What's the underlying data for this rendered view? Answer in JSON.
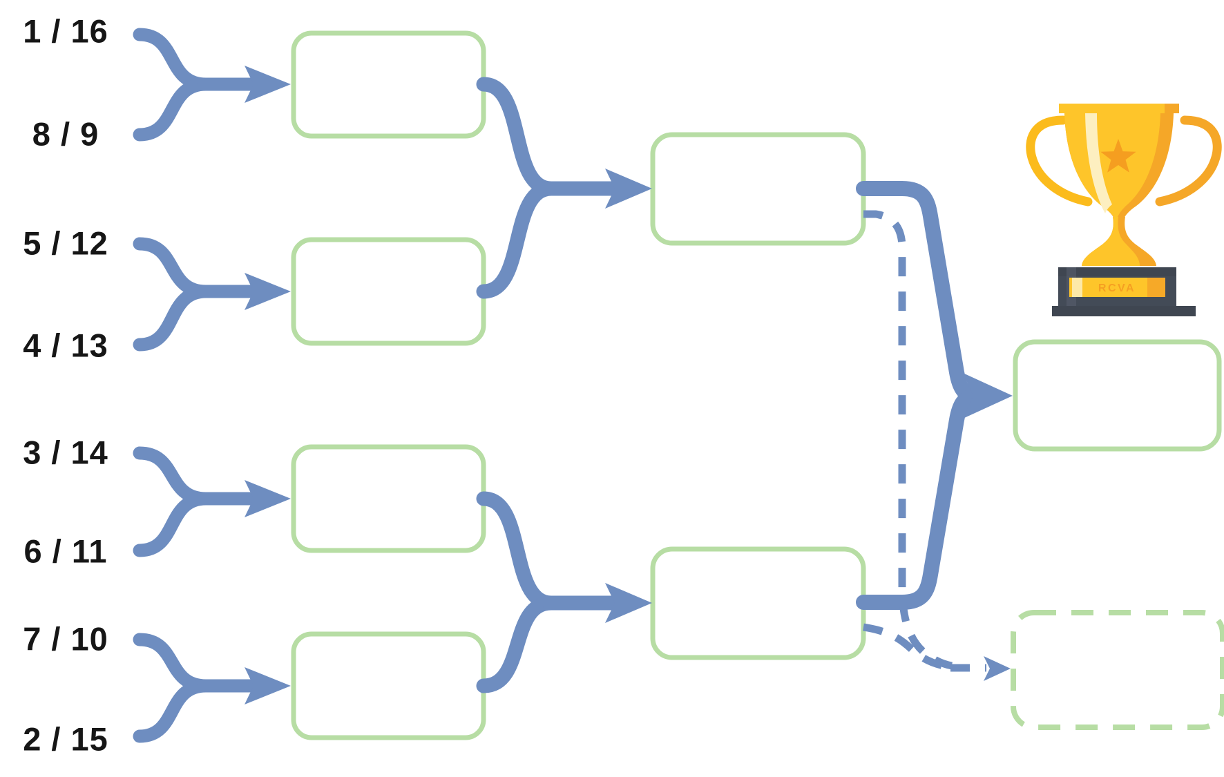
{
  "bracket": {
    "seed_labels": [
      {
        "text": "1 / 16"
      },
      {
        "text": "8 / 9"
      },
      {
        "text": "5 / 12"
      },
      {
        "text": "4 / 13"
      },
      {
        "text": "3 / 14"
      },
      {
        "text": "6 / 11"
      },
      {
        "text": "7 / 10"
      },
      {
        "text": "2 / 15"
      }
    ],
    "structure": {
      "quarterfinal_slots": 4,
      "semifinal_slots": 2,
      "final_slot": 1,
      "third_place_slot": 1
    }
  },
  "trophy": {
    "plaque_text": "RCVA"
  },
  "colors": {
    "connector_blue": "#6E8DC0",
    "slot_border_green": "#B7DDA4",
    "seed_label_text": "#161616",
    "trophy_gold": "#FEC52A",
    "trophy_gold_shadow": "#F5A728",
    "trophy_highlight": "#FDEFC0",
    "trophy_star": "#F59E20",
    "trophy_base": "#3F4651",
    "background": "#FFFFFF"
  }
}
